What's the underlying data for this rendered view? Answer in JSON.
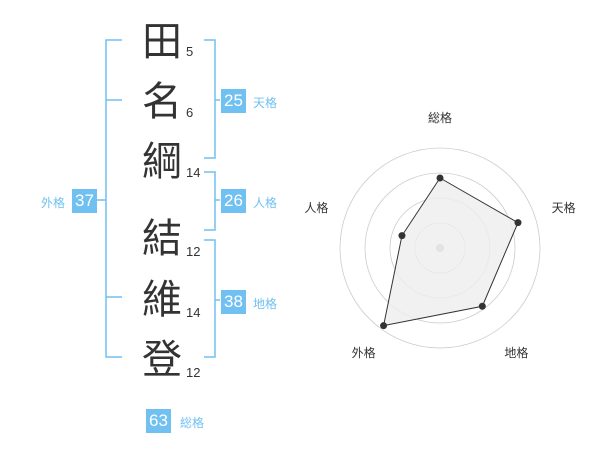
{
  "name": {
    "characters": [
      {
        "char": "田",
        "strokes": "5"
      },
      {
        "char": "名",
        "strokes": "6"
      },
      {
        "char": "綱",
        "strokes": "14"
      },
      {
        "char": "結",
        "strokes": "12"
      },
      {
        "char": "維",
        "strokes": "14"
      },
      {
        "char": "登",
        "strokes": "12"
      }
    ]
  },
  "fortunes": {
    "tenkaku": {
      "label": "天格",
      "value": "25"
    },
    "jinkaku": {
      "label": "人格",
      "value": "26"
    },
    "chikaku": {
      "label": "地格",
      "value": "38"
    },
    "gaikaku": {
      "label": "外格",
      "value": "37"
    },
    "soukaku": {
      "label": "総格",
      "value": "63"
    }
  },
  "colors": {
    "accent": "#70c0f2",
    "text": "#333333",
    "radar_fill": "#eeeeee",
    "grid": "#cccccc"
  },
  "chart_data": {
    "type": "radar",
    "axes": [
      "総格",
      "天格",
      "地格",
      "外格",
      "人格"
    ],
    "values": [
      0.7,
      0.82,
      0.72,
      0.96,
      0.4
    ],
    "range": [
      0,
      1
    ],
    "rings": 4
  }
}
